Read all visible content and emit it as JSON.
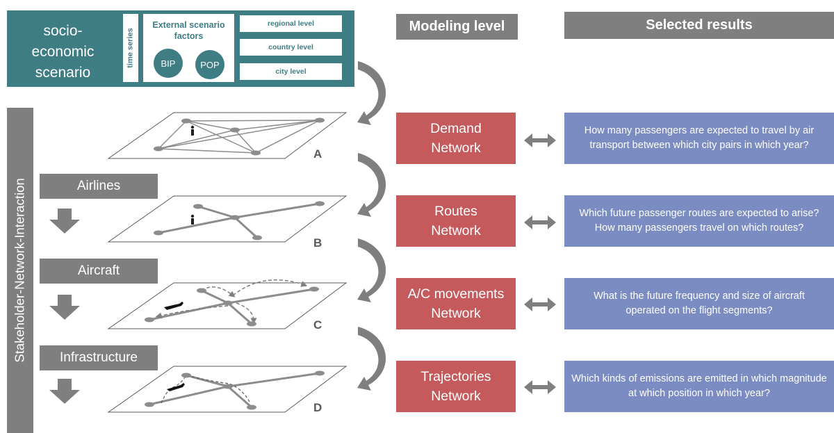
{
  "scenario": {
    "title_lines": [
      "socio-",
      "economic",
      "scenario"
    ],
    "time_series": "time series",
    "external_factors": "External scenario factors",
    "circles": [
      "BIP",
      "POP"
    ],
    "levels": [
      "regional level",
      "country level",
      "city level"
    ]
  },
  "headers": {
    "modeling_level": "Modeling level",
    "selected_results": "Selected results"
  },
  "side_label": "Stakeholder-Network-Interaction",
  "stakeholders": [
    "Airlines",
    "Aircraft",
    "Infrastructure"
  ],
  "networks": [
    {
      "letter": "A",
      "model_lines": [
        "Demand",
        "Network"
      ],
      "result": "How many passengers are expected to travel by air transport between which city pairs in which year?"
    },
    {
      "letter": "B",
      "model_lines": [
        "Routes",
        "Network"
      ],
      "result": "Which future passenger routes are expected to arise? How many passengers travel on which routes?"
    },
    {
      "letter": "C",
      "model_lines": [
        "A/C movements",
        "Network"
      ],
      "result": "What is the future frequency and size of aircraft operated on the flight segments?"
    },
    {
      "letter": "D",
      "model_lines": [
        "Trajectories",
        "Network"
      ],
      "result": "Which kinds of emissions are emitted in which magnitude at which position in which year?"
    }
  ],
  "colors": {
    "teal": "#3f7d84",
    "gray": "#7f7f7f",
    "red": "#c55a5d",
    "blue": "#7b8cc2"
  },
  "icons": [
    "person-icon",
    "airplane-icon",
    "down-arrow-icon",
    "double-arrow-icon",
    "curved-arrow-icon"
  ]
}
